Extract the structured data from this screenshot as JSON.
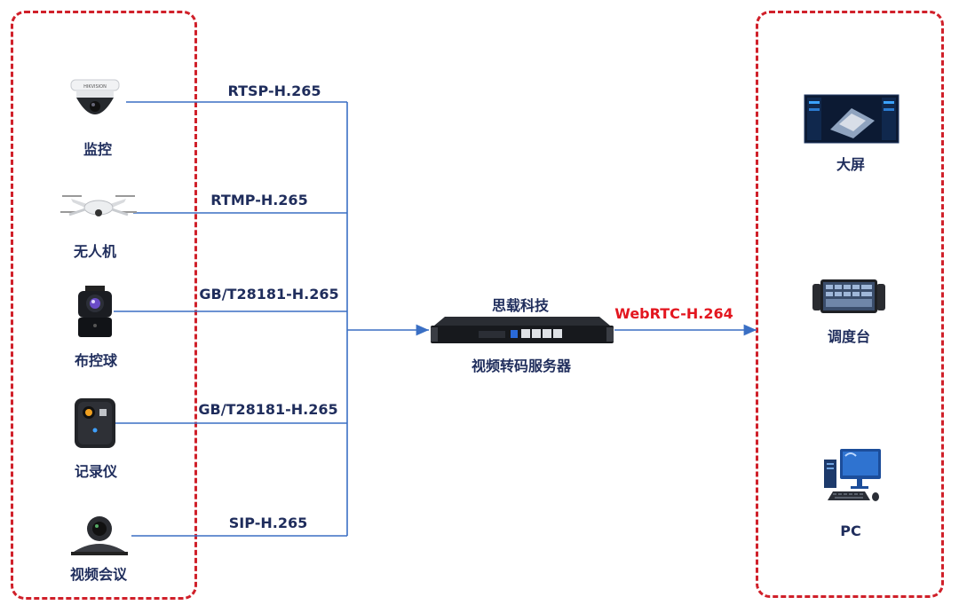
{
  "sources": [
    {
      "label": "监控",
      "protocol": "RTSP-H.265",
      "icon": "dome-camera-icon"
    },
    {
      "label": "无人机",
      "protocol": "RTMP-H.265",
      "icon": "drone-icon"
    },
    {
      "label": "布控球",
      "protocol": "GB/T28181-H.265",
      "icon": "ptz-ball-camera-icon"
    },
    {
      "label": "记录仪",
      "protocol": "GB/T28181-H.265",
      "icon": "body-camera-icon"
    },
    {
      "label": "视频会议",
      "protocol": "SIP-H.265",
      "icon": "conference-camera-icon"
    }
  ],
  "server": {
    "vendor": "思载科技",
    "name": "视频转码服务器",
    "icon": "rack-server-icon"
  },
  "output_protocol": "WebRTC-H.264",
  "targets": [
    {
      "label": "大屏",
      "icon": "video-wall-icon"
    },
    {
      "label": "调度台",
      "icon": "dispatch-console-icon"
    },
    {
      "label": "PC",
      "icon": "desktop-pc-icon"
    }
  ],
  "colors": {
    "border": "#d0202a",
    "line": "#3a6fc4",
    "text": "#1f2d5c",
    "highlight": "#e3161f"
  }
}
